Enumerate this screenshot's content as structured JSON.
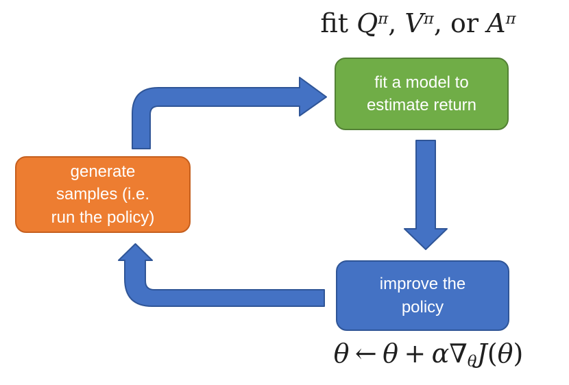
{
  "diagram": {
    "description": "reinforcement learning loop: generate samples, fit a model to estimate return, improve the policy"
  },
  "colors": {
    "background": "#ffffff",
    "arrow_fill": "#4472c4",
    "arrow_border": "#2f5597",
    "green_box_fill": "#70ad47",
    "green_box_border": "#538135",
    "orange_box_fill": "#ed7d31",
    "orange_box_border": "#c55f1e",
    "blue_box_fill": "#4472c4",
    "blue_box_border": "#2f5597",
    "box_text": "#ffffff",
    "formula_text": "#1f1f1f"
  },
  "formula_top": {
    "text": "fit Qπ, Vπ, or Aπ",
    "fit": "fit ",
    "Q": "Q",
    "V": "V",
    "A": "A",
    "pi": "π",
    "sep1": ", ",
    "sep2": ", or "
  },
  "boxes": {
    "fit_model": {
      "label": "fit a model to estimate return",
      "lines": [
        "fit a model to",
        "estimate return"
      ]
    },
    "generate_samples": {
      "label": "generate samples (i.e. run the policy)",
      "lines": [
        "generate",
        "samples (i.e.",
        "run the policy)"
      ]
    },
    "improve_policy": {
      "label": "improve the policy",
      "lines": [
        "improve the",
        "policy"
      ]
    }
  },
  "formula_bottom": {
    "text": "θ ← θ + α∇θJ(θ)",
    "theta": "θ",
    "arrow": "←",
    "plus": "+",
    "alpha": "α",
    "nabla": "∇",
    "J": "J",
    "lparen": "(",
    "rparen": ")"
  },
  "arrows": {
    "samples_to_fit": "elbow arrow from generate-samples up and right into fit-model",
    "fit_to_improve": "straight arrow down from fit-model to improve-policy",
    "improve_to_samples": "elbow arrow from improve-policy left and up into generate-samples"
  }
}
